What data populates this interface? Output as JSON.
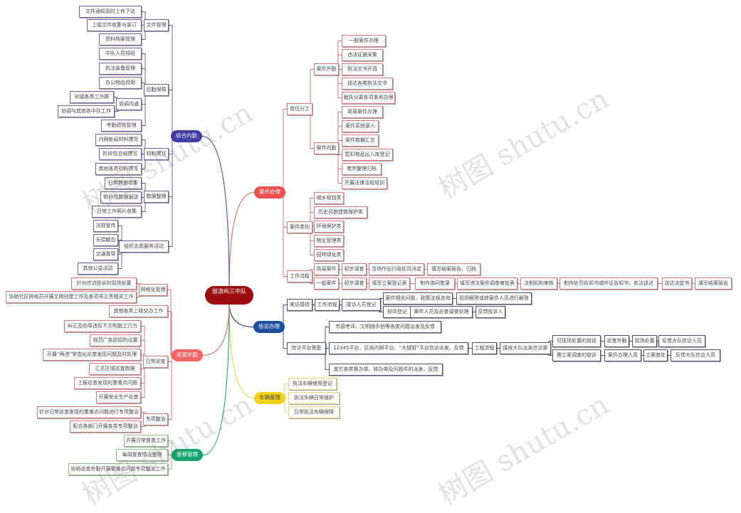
{
  "watermark": "树图 shutu.cn",
  "mindmap": {
    "root": {
      "label": "鼓浪屿三中队",
      "children": [
        {
          "label": "案件办理",
          "fill": "#ef4e4e",
          "line": "#e0706e",
          "border": "#d9787a",
          "children": [
            {
              "label": "岗位分工",
              "children": [
                {
                  "label": "案件外勤",
                  "children": [
                    {
                      "label": "一般案件办理"
                    },
                    {
                      "label": "违法证据采集"
                    },
                    {
                      "label": "执法文书开具"
                    },
                    {
                      "label": "送达各类执法文书"
                    },
                    {
                      "label": "裁执分离各项事务办理"
                    }
                  ]
                },
                {
                  "label": "案件内勤",
                  "children": [
                    {
                      "label": "简易案件办理"
                    },
                    {
                      "label": "案件系统录入"
                    },
                    {
                      "label": "案件数据汇总"
                    },
                    {
                      "label": "暂扣物品出入库登记"
                    },
                    {
                      "label": "卷宗整理归档"
                    },
                    {
                      "label": "开展法律法规培训"
                    }
                  ]
                }
              ]
            },
            {
              "label": "案件类别",
              "children": [
                {
                  "label": "城乡规划类"
                },
                {
                  "label": "历史风貌建筑保护类"
                },
                {
                  "label": "环境保护类"
                },
                {
                  "label": "物业管理类"
                },
                {
                  "label": "园林绿化类"
                }
              ]
            },
            {
              "label": "工作流程",
              "children": [
                {
                  "label": "简易案件",
                  "children": [
                    {
                      "label": "初步调查",
                      "children": [
                        {
                          "label": "当场作出行政处罚决定",
                          "children": [
                            {
                              "label": "填写结案报告、归档"
                            }
                          ]
                        }
                      ]
                    }
                  ]
                },
                {
                  "label": "一般案件",
                  "children": [
                    {
                      "label": "初步调查",
                      "children": [
                        {
                          "label": "填写立案登记表",
                          "children": [
                            {
                              "label": "制作询问笔录",
                              "children": [
                                {
                                  "label": "填写违法案件调查审批表",
                                  "children": [
                                    {
                                      "label": "法制机构审核",
                                      "children": [
                                        {
                                          "label": "制作处罚告知书或听证告知书，依法送达",
                                          "children": [
                                            {
                                              "label": "送达决定书",
                                              "children": [
                                                {
                                                  "label": "填写结案报告"
                                                }
                                              ]
                                            }
                                          ]
                                        }
                                      ]
                                    }
                                  ]
                                }
                              ]
                            }
                          ]
                        }
                      ]
                    }
                  ]
                }
              ]
            }
          ]
        },
        {
          "label": "信访办理",
          "fill": "#1e4f9e",
          "line": "#3d4a8a",
          "border": "#4d5275",
          "children": [
            {
              "label": "来访接待",
              "children": [
                {
                  "label": "工作流程",
                  "children": [
                    {
                      "label": "接访人员登记",
                      "children": [
                        {
                          "label": "案件相关问题，政策法规咨询",
                          "children": [
                            {
                              "label": "现场解答或转案件人员进行解答"
                            }
                          ]
                        },
                        {
                          "label": "投诉登记",
                          "children": [
                            {
                              "label": "案件人员及巡查调查处理",
                              "children": [
                                {
                                  "label": "反馈投诉人"
                                }
                              ]
                            }
                          ]
                        }
                      ]
                    }
                  ]
                }
              ]
            },
            {
              "label": "信访平台答复",
              "children": [
                {
                  "label": "市容考评、文明随手拍等各类问题派发及反馈"
                },
                {
                  "label": "12345平台、区局内网平台、“大城管”平台信访派发、反馈",
                  "children": [
                    {
                      "label": "工程流程",
                      "children": [
                        {
                          "label": "接收大队派发信访单",
                          "children": [
                            {
                              "label": "可现场处置的投诉",
                              "children": [
                                {
                                  "label": "巡查外勤",
                                  "children": [
                                    {
                                      "label": "现场处置",
                                      "children": [
                                        {
                                          "label": "反馈大队信访人员"
                                        }
                                      ]
                                    }
                                  ]
                                }
                              ]
                            },
                            {
                              "label": "需立案调查的投诉",
                              "children": [
                                {
                                  "label": "案件办理人员",
                                  "children": [
                                    {
                                      "label": "立案查处",
                                      "children": [
                                        {
                                          "label": "反馈大队信访人员"
                                        }
                                      ]
                                    }
                                  ]
                                }
                              ]
                            }
                          ]
                        }
                      ]
                    }
                  ]
                },
                {
                  "label": "其它各类督办单、转办单及问题件的派发、反馈"
                }
              ]
            }
          ]
        },
        {
          "label": "车辆管理",
          "fill": "#f3d21c",
          "line": "#e8d44d",
          "border": "#e2d67e",
          "text": "#444444",
          "children": [
            {
              "label": "执法车辆使用登记"
            },
            {
              "label": "执法车辆日常维护"
            },
            {
              "label": "日常执法车辆保障"
            }
          ]
        },
        {
          "label": "督察管理",
          "fill": "#13a46b",
          "line": "#2aa87a",
          "border": "#8cc07a",
          "children": [
            {
              "label": "开展日常督查工作"
            },
            {
              "label": "每周督查情况整理"
            },
            {
              "label": "协助巡查外勤开展重难点问题专项整治工作"
            }
          ]
        },
        {
          "label": "巡查外勤",
          "fill": "#f26563",
          "line": "#e07070",
          "border": "#d9787a",
          "children": [
            {
              "label": "网格化管理",
              "children": [
                {
                  "label": "针对信访投诉的现场处置"
                },
                {
                  "label": "协助社区网格员开展文明创建工作及各项非主责相关工作"
                }
              ]
            },
            {
              "label": "其他各类上级交办工作"
            },
            {
              "label": "日常巡查",
              "children": [
                {
                  "label": "纠正及劝导违反不文明施工行为"
                },
                {
                  "label": "规范广告店招的设置"
                },
                {
                  "label": "开展“两违”常态化巡查发现问题及时处理"
                },
                {
                  "label": "汇总区域巡查数据"
                },
                {
                  "label": "上报巡查发现的重难点问题"
                },
                {
                  "label": "开展安全生产巡查"
                }
              ]
            },
            {
              "label": "专项整治",
              "children": [
                {
                  "label": "针对日常巡查发现的重难点问题进行专项整治"
                },
                {
                  "label": "配合各部门开展各类专项整治"
                }
              ]
            }
          ]
        },
        {
          "label": "综合内勤",
          "fill": "#3d3aa6",
          "line": "#5b4fa8",
          "border": "#6e5fa6",
          "children": [
            {
              "label": "文件管理",
              "children": [
                {
                  "label": "文件通知及时上传下达"
                },
                {
                  "label": "上级文件收集与装订"
                },
                {
                  "label": "资料档案管理"
                }
              ]
            },
            {
              "label": "后勤保障",
              "children": [
                {
                  "label": "中队人员排班"
                },
                {
                  "label": "执法装备管理"
                },
                {
                  "label": "办公物品领用"
                },
                {
                  "label": "协调沟通",
                  "children": [
                    {
                      "label": "对接各类工作群"
                    },
                    {
                      "label": "协调与其他各中队工作"
                    }
                  ]
                },
                {
                  "label": "考勤绩效管理"
                }
              ]
            },
            {
              "label": "材料撰写",
              "children": [
                {
                  "label": "内网新闻材料撰写"
                },
                {
                  "label": "阶段性总结撰写"
                },
                {
                  "label": "其他各类材料撰写"
                }
              ]
            },
            {
              "label": "数据整理",
              "children": [
                {
                  "label": "日常数据收集"
                },
                {
                  "label": "阶段性数据报送"
                },
                {
                  "label": "日常工作照片收集"
                }
              ]
            },
            {
              "label": "组织志愿服务活动",
              "children": [
                {
                  "label": "法规宣传"
                },
                {
                  "label": "无偿献血"
                },
                {
                  "label": "交通督导"
                },
                {
                  "label": "其他公益活动"
                }
              ]
            }
          ]
        }
      ]
    }
  }
}
